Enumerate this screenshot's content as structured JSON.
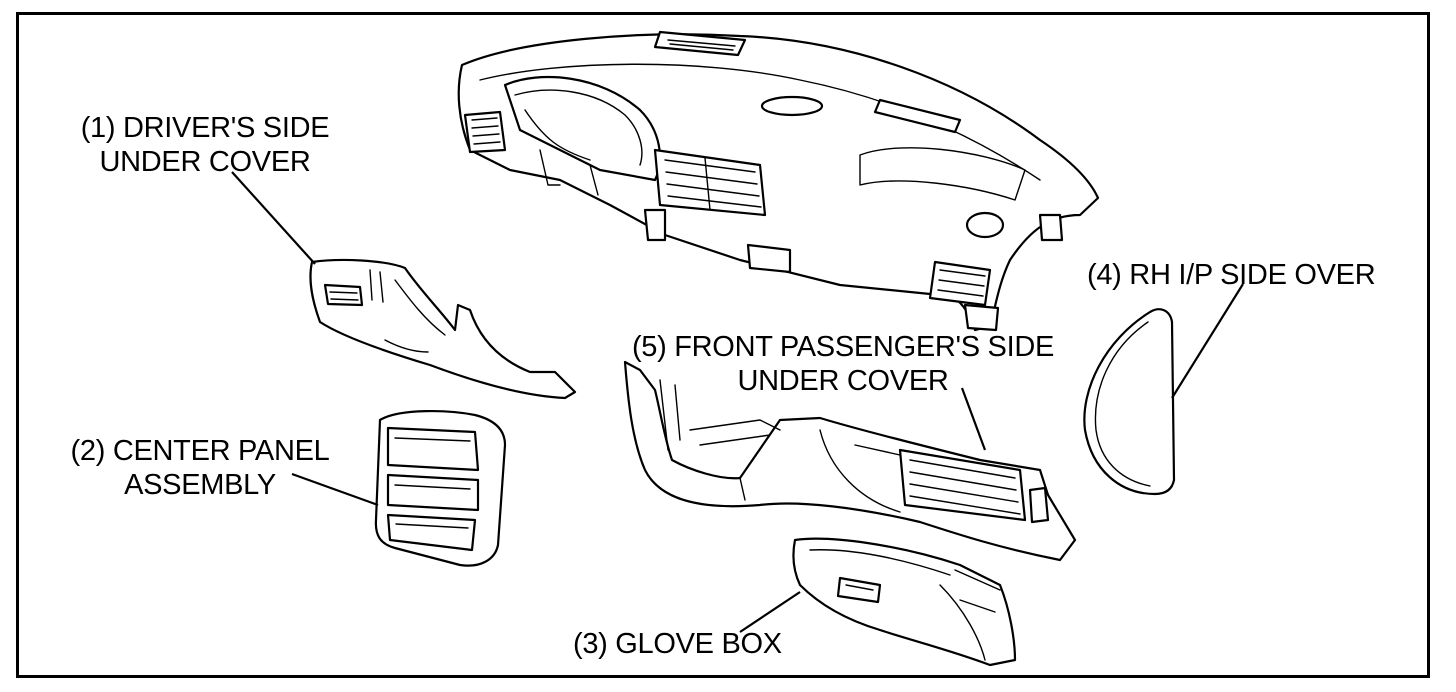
{
  "labels": {
    "driver_side_under_cover": [
      "(1) DRIVER'S SIDE",
      "UNDER COVER"
    ],
    "center_panel_assembly": [
      "(2) CENTER PANEL",
      "ASSEMBLY"
    ],
    "glove_box": "(3) GLOVE BOX",
    "rh_ip_side_over": "(4) RH I/P SIDE OVER",
    "front_passenger_side_under_cover": [
      "(5) FRONT PASSENGER'S SIDE",
      "UNDER COVER"
    ]
  },
  "colors": {
    "line": "#000000",
    "background": "#ffffff"
  },
  "parts": [
    "instrument-panel",
    "driver-side-under-cover",
    "center-panel-assembly",
    "glove-box",
    "rh-ip-side-over",
    "front-passenger-side-under-cover"
  ]
}
